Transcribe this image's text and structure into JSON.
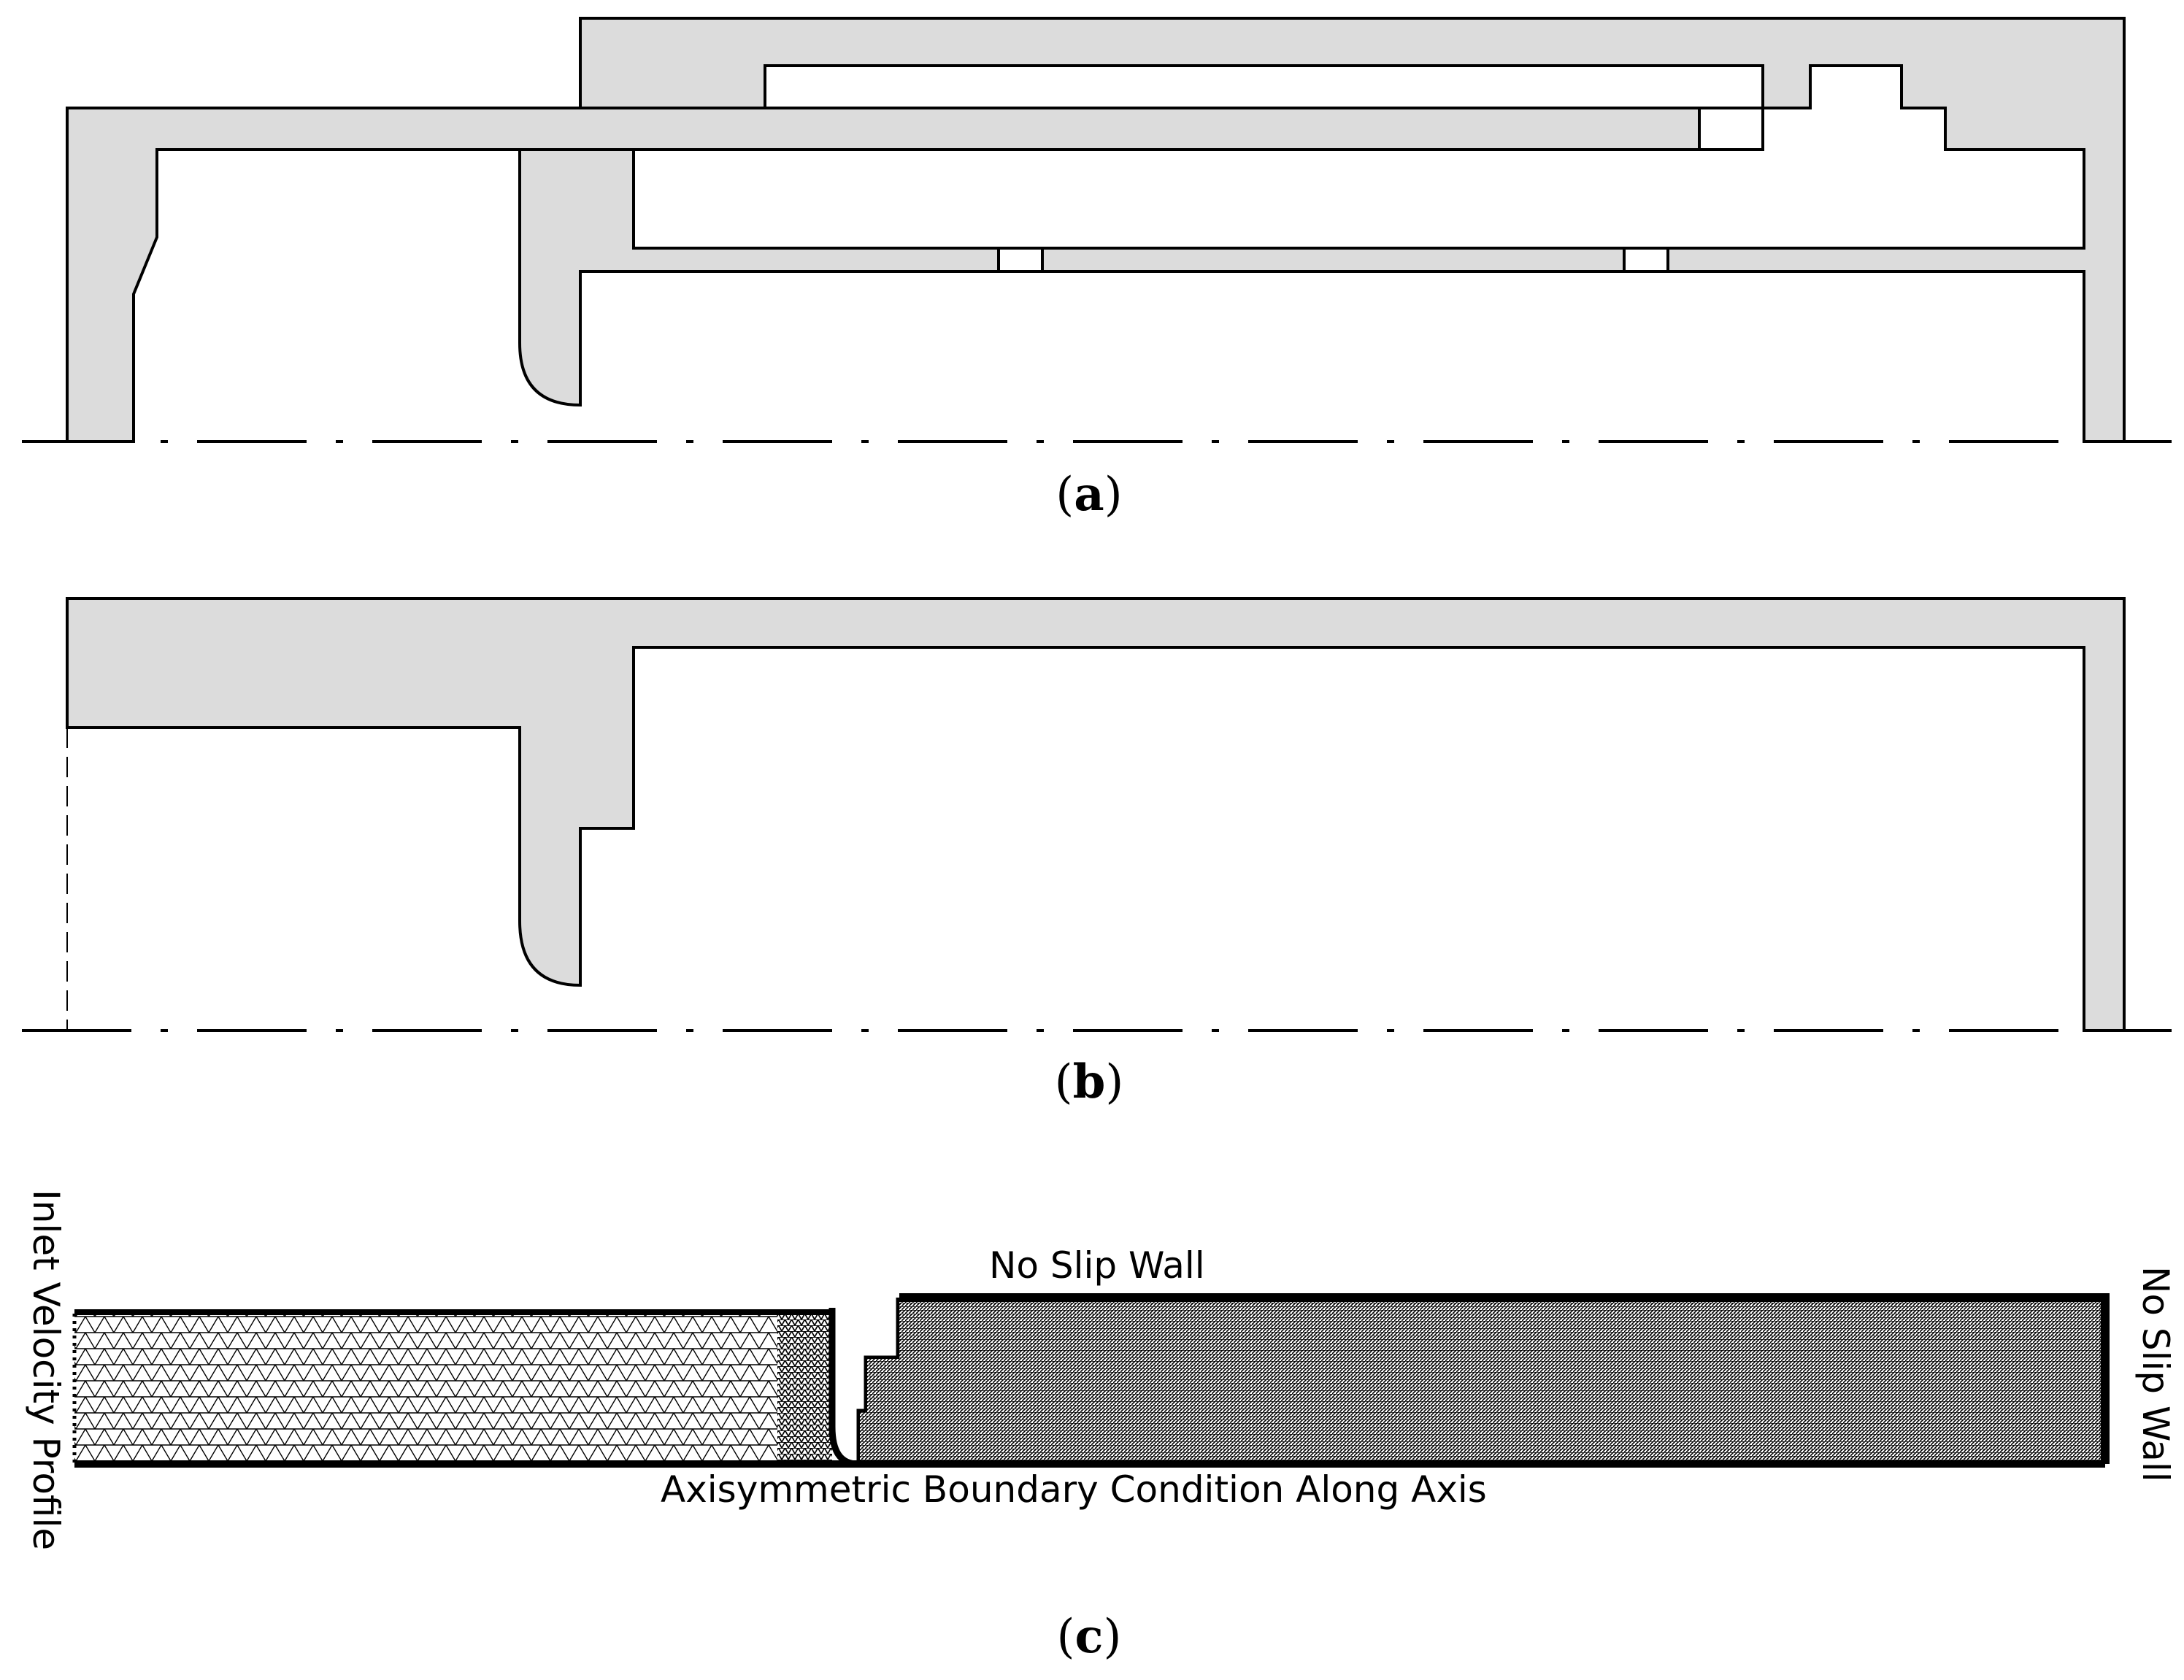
{
  "panels": [
    {
      "id": "a",
      "label_open": "(",
      "label_letter": "a",
      "label_close": ")"
    },
    {
      "id": "b",
      "label_open": "(",
      "label_letter": "b",
      "label_close": ")"
    },
    {
      "id": "c",
      "label_open": "(",
      "label_letter": "c",
      "label_close": ")"
    }
  ],
  "mesh": {
    "top_label": "No Slip Wall",
    "right_label": "No Slip Wall",
    "bottom_label": "Axisymmetric Boundary Condition Along Axis",
    "left_label": "Inlet Velocity Profile"
  },
  "colors": {
    "solid_fill": "#dcdcdc",
    "stroke": "#000000",
    "background": "#ffffff"
  }
}
